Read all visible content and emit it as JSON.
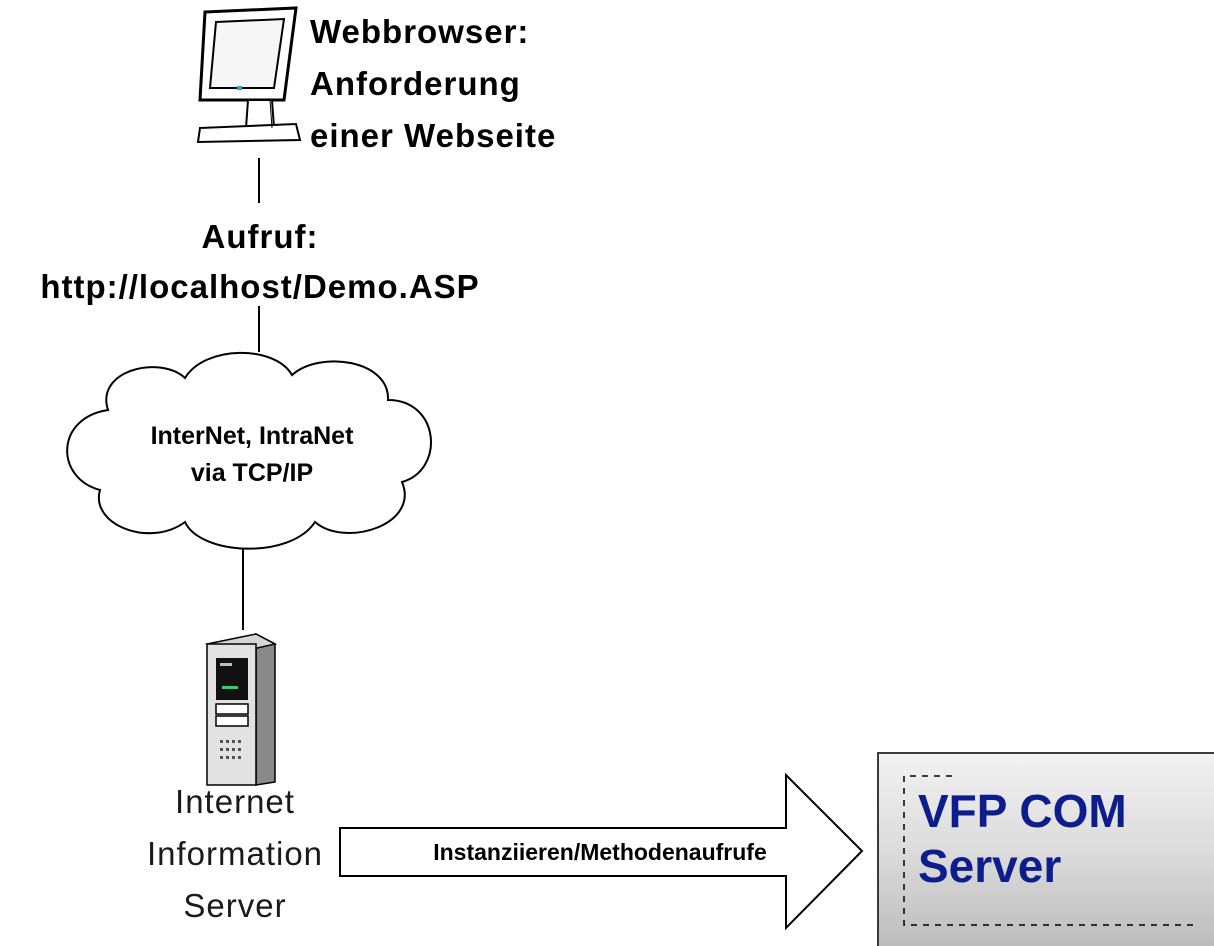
{
  "browser": {
    "line1": "Webbrowser:",
    "line2": "Anforderung",
    "line3": "einer Webseite"
  },
  "request": {
    "line1": "Aufruf:",
    "line2": "http://localhost/Demo.ASP"
  },
  "network": {
    "line1": "InterNet, IntraNet",
    "line2": "via TCP/IP"
  },
  "web_server": {
    "line1": "Internet",
    "line2": "Information",
    "line3": "Server"
  },
  "arrow": {
    "label": "Instanziieren/Methodenaufrufe"
  },
  "com_server": {
    "line1": "VFP COM",
    "line2": "Server"
  },
  "colors": {
    "com_text": "#0d1e8c",
    "box_fill_top": "#f2f2f2",
    "box_fill_bottom": "#bcbcbc"
  },
  "icons": [
    "monitor-icon",
    "cloud-icon",
    "server-tower-icon",
    "arrow-icon"
  ]
}
